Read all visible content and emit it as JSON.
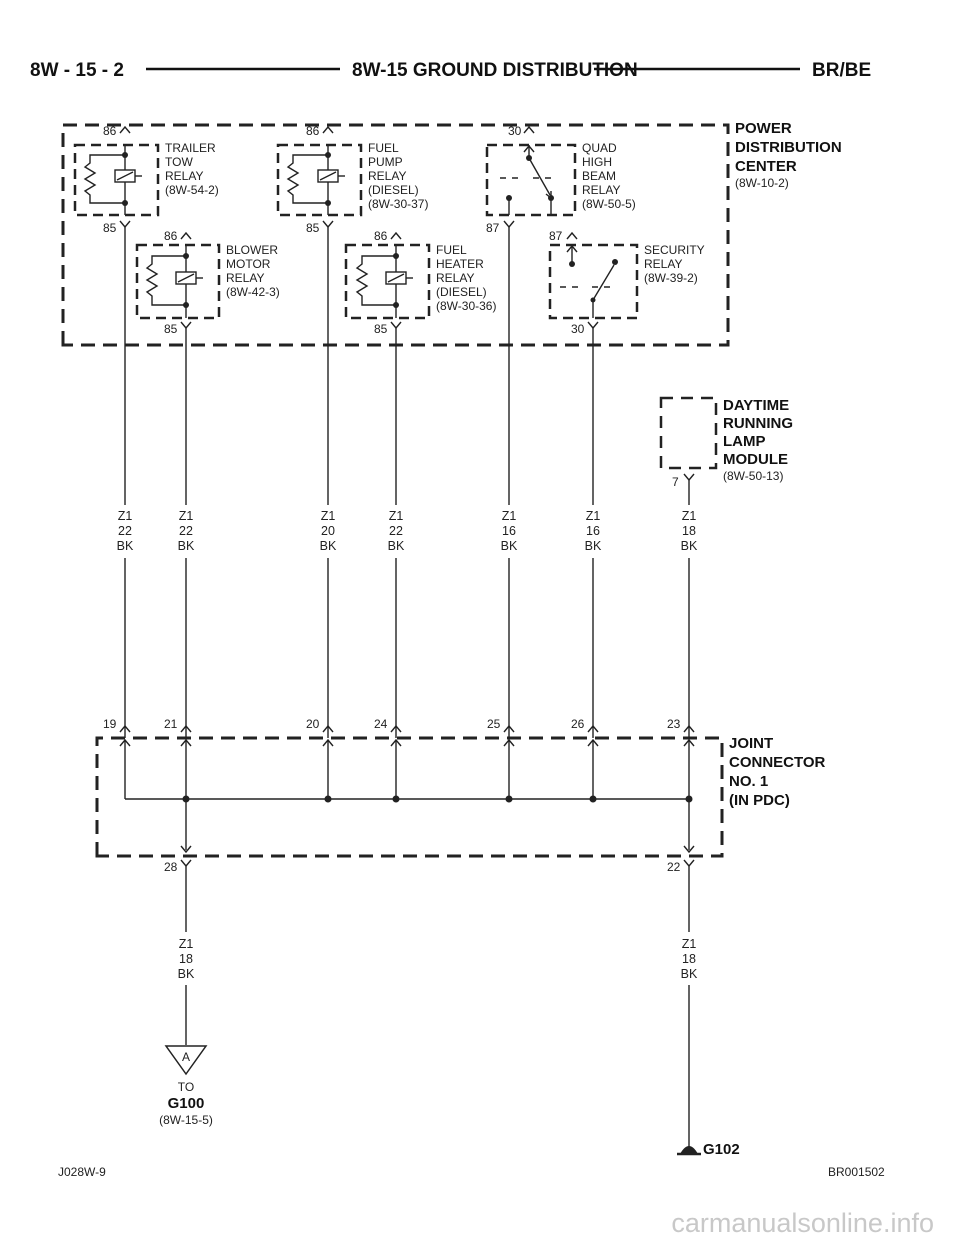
{
  "header": {
    "page": "8W - 15 - 2",
    "title": "8W-15 GROUND DISTRIBUTION",
    "model": "BR/BE"
  },
  "pdc": {
    "name_lines": [
      "POWER",
      "DISTRIBUTION",
      "CENTER"
    ],
    "ref": "(8W-10-2)"
  },
  "relays": [
    {
      "lines": [
        "TRAILER",
        "TOW",
        "RELAY",
        "(8W-54-2)"
      ],
      "pin_top": "86",
      "pin_bottom": "85"
    },
    {
      "lines": [
        "FUEL",
        "PUMP",
        "RELAY",
        "(DIESEL)",
        "(8W-30-37)"
      ],
      "pin_top": "86",
      "pin_bottom": "85"
    },
    {
      "lines": [
        "QUAD",
        "HIGH",
        "BEAM",
        "RELAY",
        "(8W-50-5)"
      ],
      "pin_top": "30",
      "pin_bottom": "87"
    },
    {
      "lines": [
        "BLOWER",
        "MOTOR",
        "RELAY",
        "(8W-42-3)"
      ],
      "pin_top": "86",
      "pin_bottom": "85"
    },
    {
      "lines": [
        "FUEL",
        "HEATER",
        "RELAY",
        "(DIESEL)",
        "(8W-30-36)"
      ],
      "pin_top": "86",
      "pin_bottom": "85"
    },
    {
      "lines": [
        "SECURITY",
        "RELAY",
        "(8W-39-2)"
      ],
      "pin_top": "87",
      "pin_bottom": "30"
    }
  ],
  "drl": {
    "name_lines": [
      "DAYTIME",
      "RUNNING",
      "LAMP",
      "MODULE"
    ],
    "ref": "(8W-50-13)",
    "pin": "7"
  },
  "wires": [
    {
      "circuit": "Z1",
      "gauge": "22",
      "color": "BK",
      "jc_pin": "19"
    },
    {
      "circuit": "Z1",
      "gauge": "22",
      "color": "BK",
      "jc_pin": "21"
    },
    {
      "circuit": "Z1",
      "gauge": "20",
      "color": "BK",
      "jc_pin": "20"
    },
    {
      "circuit": "Z1",
      "gauge": "22",
      "color": "BK",
      "jc_pin": "24"
    },
    {
      "circuit": "Z1",
      "gauge": "16",
      "color": "BK",
      "jc_pin": "25"
    },
    {
      "circuit": "Z1",
      "gauge": "16",
      "color": "BK",
      "jc_pin": "26"
    },
    {
      "circuit": "Z1",
      "gauge": "18",
      "color": "BK",
      "jc_pin": "23"
    }
  ],
  "joint_connector": {
    "name_lines": [
      "JOINT",
      "CONNECTOR",
      "NO. 1",
      "(IN PDC)"
    ],
    "out_pins": [
      "28",
      "22"
    ]
  },
  "outputs": [
    {
      "circuit": "Z1",
      "gauge": "18",
      "color": "BK"
    },
    {
      "circuit": "Z1",
      "gauge": "18",
      "color": "BK"
    }
  ],
  "g100": {
    "marker": "A",
    "to": "TO",
    "name": "G100",
    "ref": "(8W-15-5)"
  },
  "g102": {
    "name": "G102"
  },
  "footer": {
    "left": "J028W-9",
    "right": "BR001502"
  },
  "watermark": "carmanualsonline.info"
}
